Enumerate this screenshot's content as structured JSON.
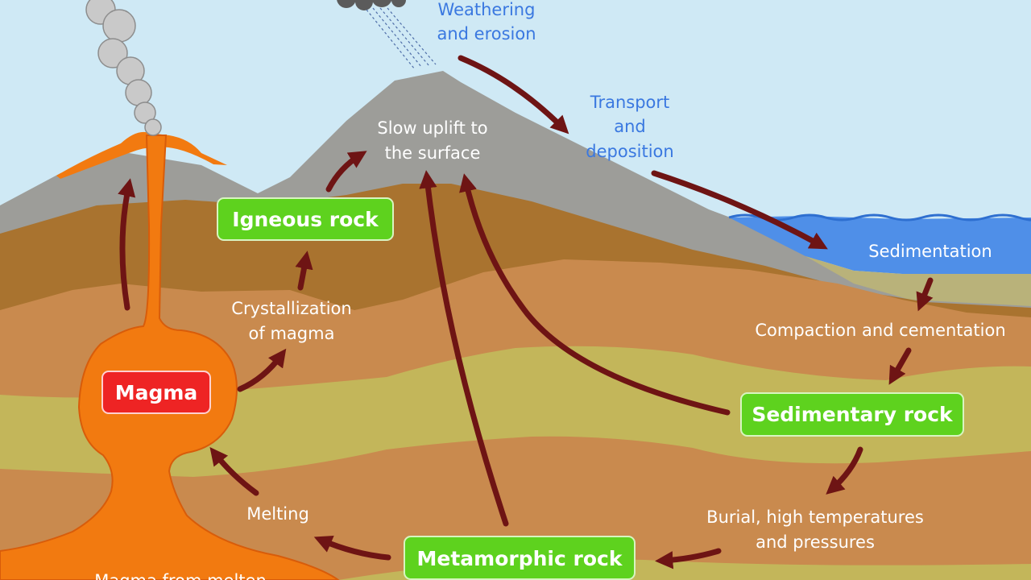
{
  "diagram": {
    "boxes": {
      "igneous": "Igneous rock",
      "magma": "Magma",
      "sedimentary": "Sedimentary rock",
      "metamorphic": "Metamorphic rock"
    },
    "labels": {
      "weathering_1": "Weathering",
      "weathering_2": "and erosion",
      "transport_1": "Transport",
      "transport_2": "and",
      "transport_3": "deposition",
      "sedimentation": "Sedimentation",
      "compaction": "Compaction and cementation",
      "uplift_1": "Slow uplift to",
      "uplift_2": "the surface",
      "crystallization_1": "Crystallization",
      "crystallization_2": "of magma",
      "melting": "Melting",
      "burial_1": "Burial, high temperatures",
      "burial_2": "and pressures",
      "magma_source": "Magma from melten"
    },
    "colors": {
      "sky": "#cfe9f5",
      "mountain": "#9d9d99",
      "layer_brown": "#a9732f",
      "layer_tan": "#c98a4e",
      "layer_olive": "#c3b65a",
      "water": "#4f8fe8",
      "lava": "#f27a10",
      "arrow": "#6e1414",
      "box_green": "#5ed21e",
      "box_red": "#ee2424",
      "label_blue": "#3a78e0"
    }
  }
}
